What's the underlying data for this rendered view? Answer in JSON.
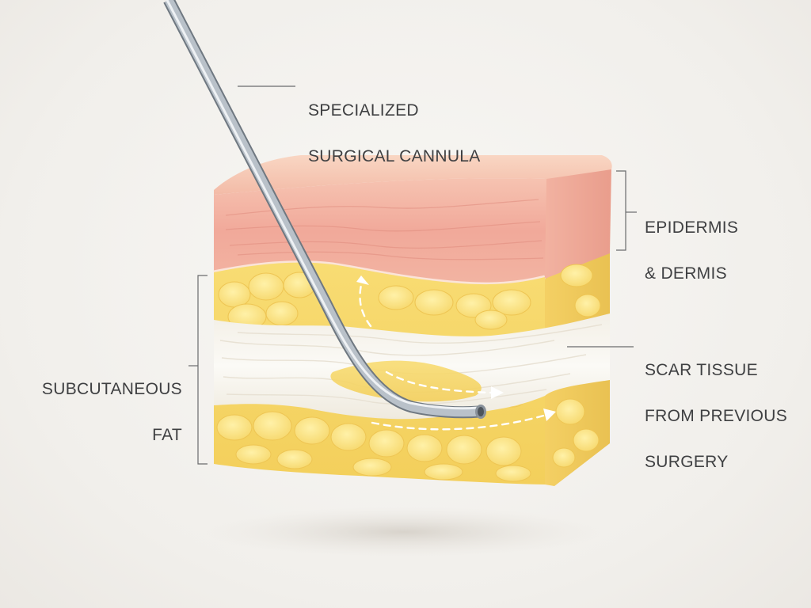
{
  "labels": {
    "cannula": [
      "SPECIALIZED",
      "SURGICAL CANNULA"
    ],
    "epidermis": [
      "EPIDERMIS",
      "& DERMIS"
    ],
    "scar": [
      "SCAR TISSUE",
      "FROM PREVIOUS",
      "SURGERY"
    ],
    "fat": [
      "SUBCUTANEOUS",
      "FAT"
    ]
  },
  "colors": {
    "background": "#f2f0ec",
    "skin": "#f3b3a4",
    "skin_top": "#f6c9b5",
    "fat": "#f6d76a",
    "fat_globule": "#fbe78f",
    "scar": "#f7f4ee",
    "cannula": "#9aa3ad",
    "leader_line": "#6a6b6d"
  }
}
